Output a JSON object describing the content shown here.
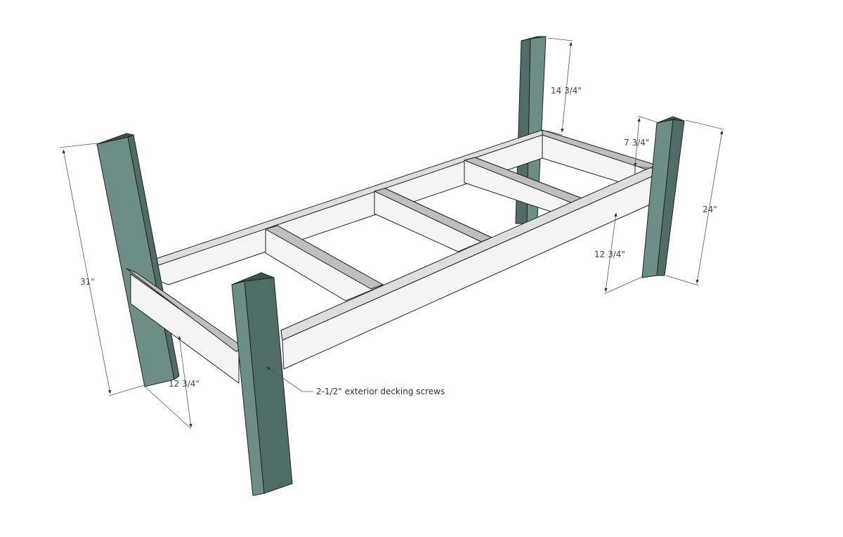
{
  "colors": {
    "leg_front": "#6d8d87",
    "leg_side": "#4f6c67",
    "leg_top": "#3c524e",
    "wood_light": "#f4f4f4",
    "wood_mid": "#dedede",
    "wood_dark": "#bfbfbf",
    "outline": "#222222",
    "dimension": "#555555"
  },
  "dimensions": {
    "front_leg_height": "31\"",
    "back_leg_height": "24\"",
    "back_leg_above_frame": "14 3/4\"",
    "front_leg_above_frame": "7 3/4\"",
    "back_leg_below_frame": "12 3/4\"",
    "front_leg_below_frame": "12 3/4\""
  },
  "callouts": {
    "screws": "2-1/2\" exterior decking screws"
  }
}
